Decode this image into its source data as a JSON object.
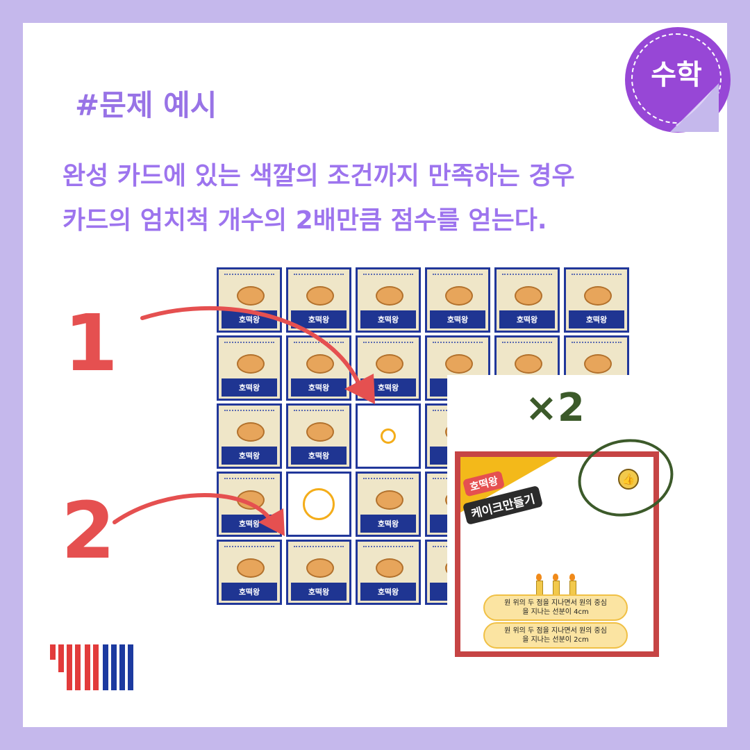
{
  "tag": {
    "subject": "수학"
  },
  "heading": "#문제 예시",
  "description": {
    "line1": "완성 카드에 있는 색깔의 조건까지 만족하는 경우",
    "line2": "카드의 엄치척 개수의 2배만큼 점수를 얻는다."
  },
  "grid": {
    "card_label": "호떡왕",
    "blank_cards": [
      {
        "row": 2,
        "col": 2,
        "ring": "small"
      },
      {
        "row": 3,
        "col": 1,
        "ring": "large"
      }
    ]
  },
  "annotations": {
    "arrow1_number": "1",
    "arrow2_number": "2"
  },
  "detail_card": {
    "multiplier": "×2",
    "badge_brand": "호떡왕",
    "badge_title": "케이크만들기",
    "thumb_icon": "👍",
    "conditions": [
      "원 위의 두 점을 지나면서 원의 중심\n을 지나는 선분이 4cm",
      "원 위의 두 점을 지나면서 원의 중심\n을 지나는 선분이 2cm"
    ]
  },
  "colors": {
    "background": "#c5b8ec",
    "tag": "#9747d6",
    "accent_purple": "#9d74ee",
    "arrow_red": "#e55050",
    "card_blue": "#21379a",
    "circle_green": "#3c5a2a",
    "ring_yellow": "#f4ad1a"
  }
}
